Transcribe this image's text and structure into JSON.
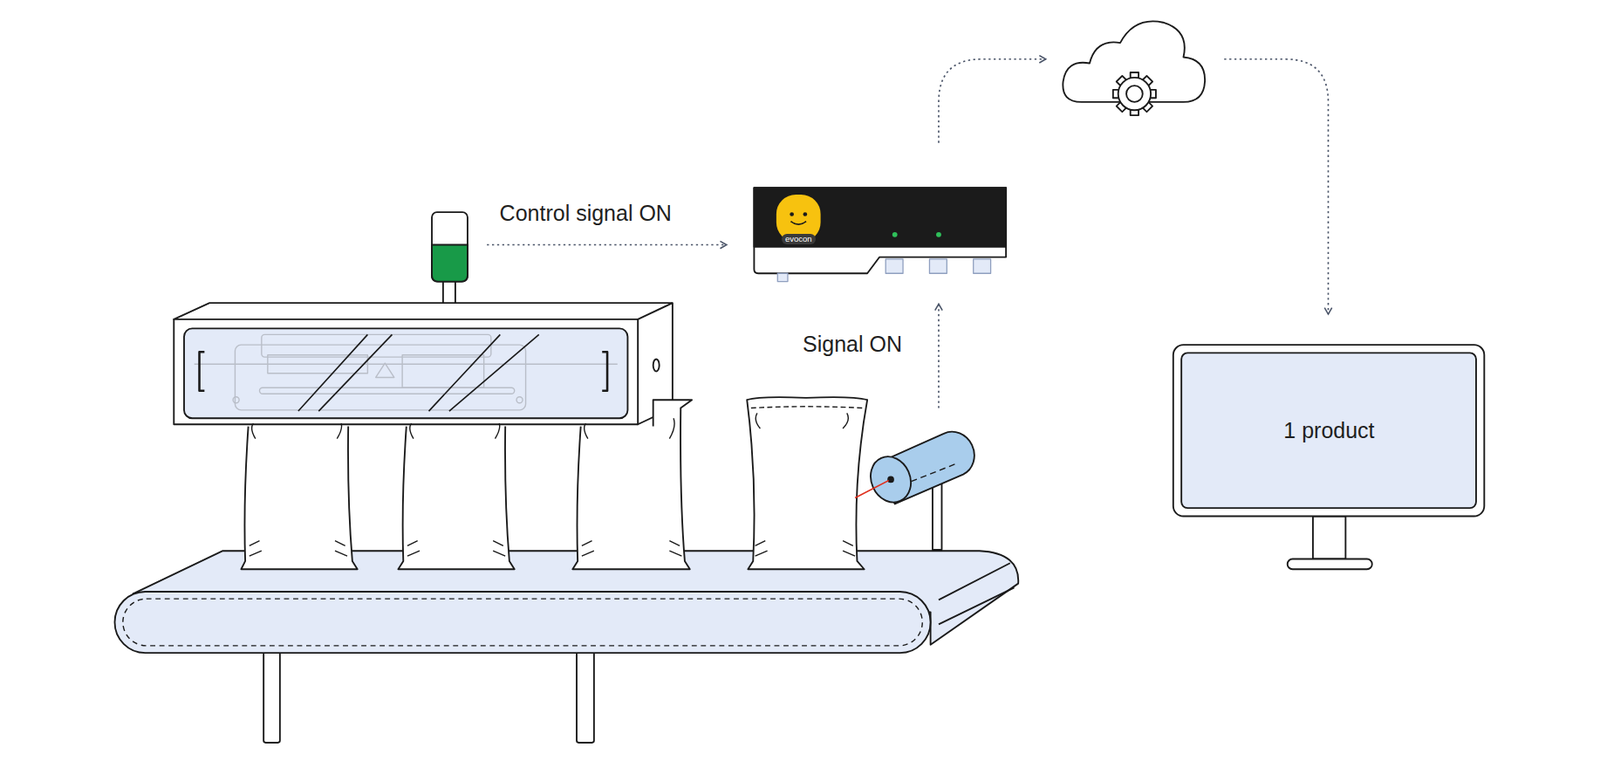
{
  "diagram": {
    "nodes": [
      {
        "text": [
          "evocon"
        ]
      },
      {
        "text": [
          "1 product"
        ]
      }
    ],
    "labels": [
      "Control signal ON",
      "Signal ON"
    ]
  }
}
